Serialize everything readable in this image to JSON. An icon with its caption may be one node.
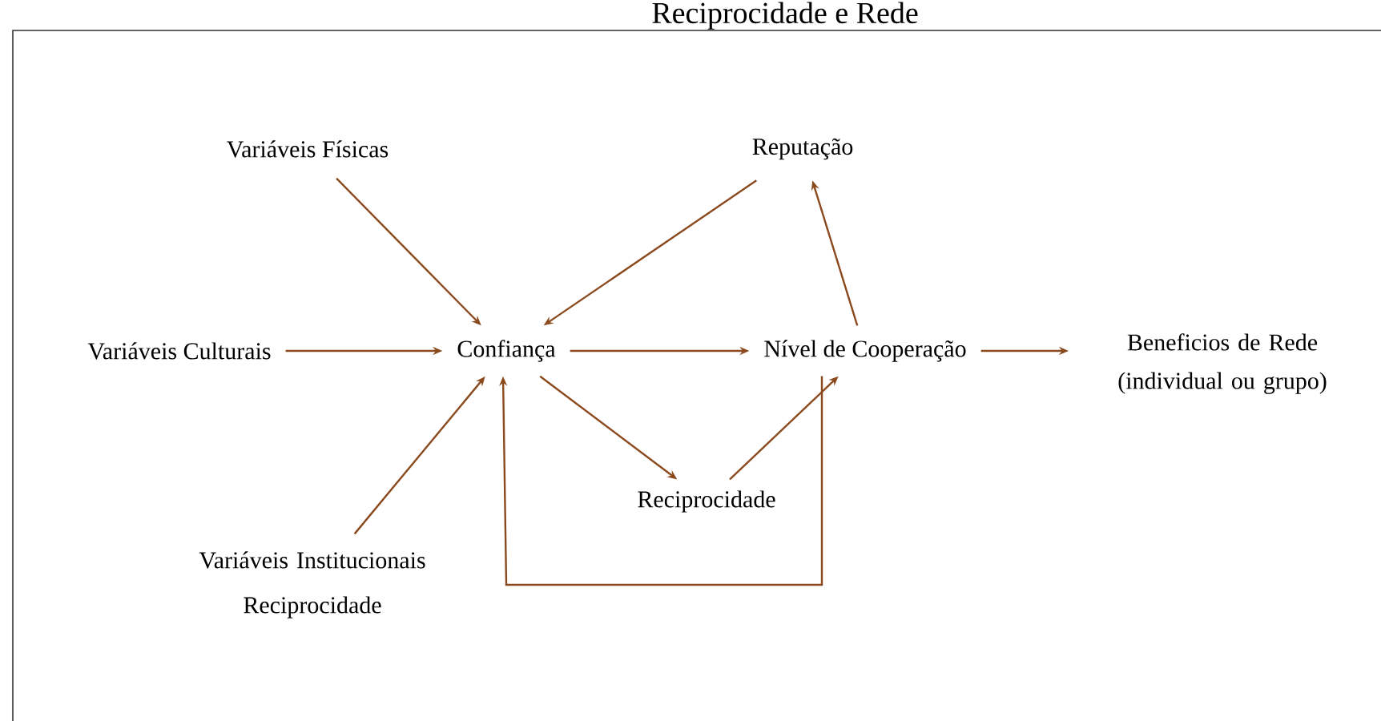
{
  "diagram": {
    "title": "Reciprocidade e Rede",
    "nodes": [
      {
        "text": [
          "Variáveis Físicas"
        ]
      },
      {
        "text": [
          "Reputação"
        ]
      },
      {
        "text": [
          "Variáveis Culturais"
        ]
      },
      {
        "text": [
          "Confiança"
        ]
      },
      {
        "text": [
          "Nível de Cooperação"
        ]
      },
      {
        "text": [
          "Beneficios de Rede (individual ou grupo)"
        ]
      },
      {
        "text": [
          "Reciprocidade"
        ]
      },
      {
        "text": [
          "Variáveis Institucionais Reciprocidade"
        ]
      }
    ],
    "edges": [
      {
        "from": 0,
        "to": 3,
        "arrow": "to"
      },
      {
        "from": 1,
        "to": 3,
        "arrow": "to"
      },
      {
        "from": 2,
        "to": 3,
        "arrow": "to"
      },
      {
        "from": 3,
        "to": 4,
        "arrow": "to"
      },
      {
        "from": 4,
        "to": 5,
        "arrow": "to"
      },
      {
        "from": 4,
        "to": 1,
        "arrow": "to"
      },
      {
        "from": 3,
        "to": 6,
        "arrow": "to"
      },
      {
        "from": 6,
        "to": 4,
        "arrow": "to"
      },
      {
        "from": 7,
        "to": 3,
        "arrow": "to"
      },
      {
        "from": 4,
        "to": 3,
        "arrow": "to"
      }
    ]
  }
}
